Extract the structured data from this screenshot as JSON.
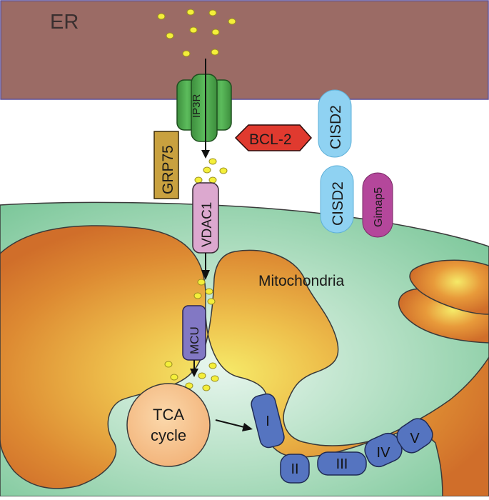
{
  "labels": {
    "er": "ER",
    "ip3r": "IP3R",
    "grp75": "GRP75",
    "bcl2": "BCL-2",
    "cisd2_er": "CISD2",
    "cisd2_mito": "CISD2",
    "gimap5": "Gimap5",
    "vdac1": "VDAC1",
    "mitochondria": "Mitochondria",
    "mcu": "MCU",
    "tca_line1": "TCA",
    "tca_line2": "cycle",
    "complex_1": "I",
    "complex_2": "II",
    "complex_3": "III",
    "complex_4": "IV",
    "complex_5": "V"
  },
  "colors": {
    "er_membrane": "#9b6b65",
    "er_outline": "#5b4f9a",
    "mito_outer": "#7cc79a",
    "cristae_orange": "#d5742b",
    "matrix_glow": "#f3e063",
    "ip3r_green": "#4aa84a",
    "grp75_gold": "#c9a13f",
    "bcl2_red": "#e03a2f",
    "cisd2_blue": "#8fd2f2",
    "gimap5_magenta": "#b4479b",
    "vdac1_pink": "#dca8cf",
    "mcu_purple": "#8278c4",
    "complex_blue": "#5574c0",
    "tca_peach": "#f7c58f",
    "calcium_yellow": "#f4ef3a"
  }
}
